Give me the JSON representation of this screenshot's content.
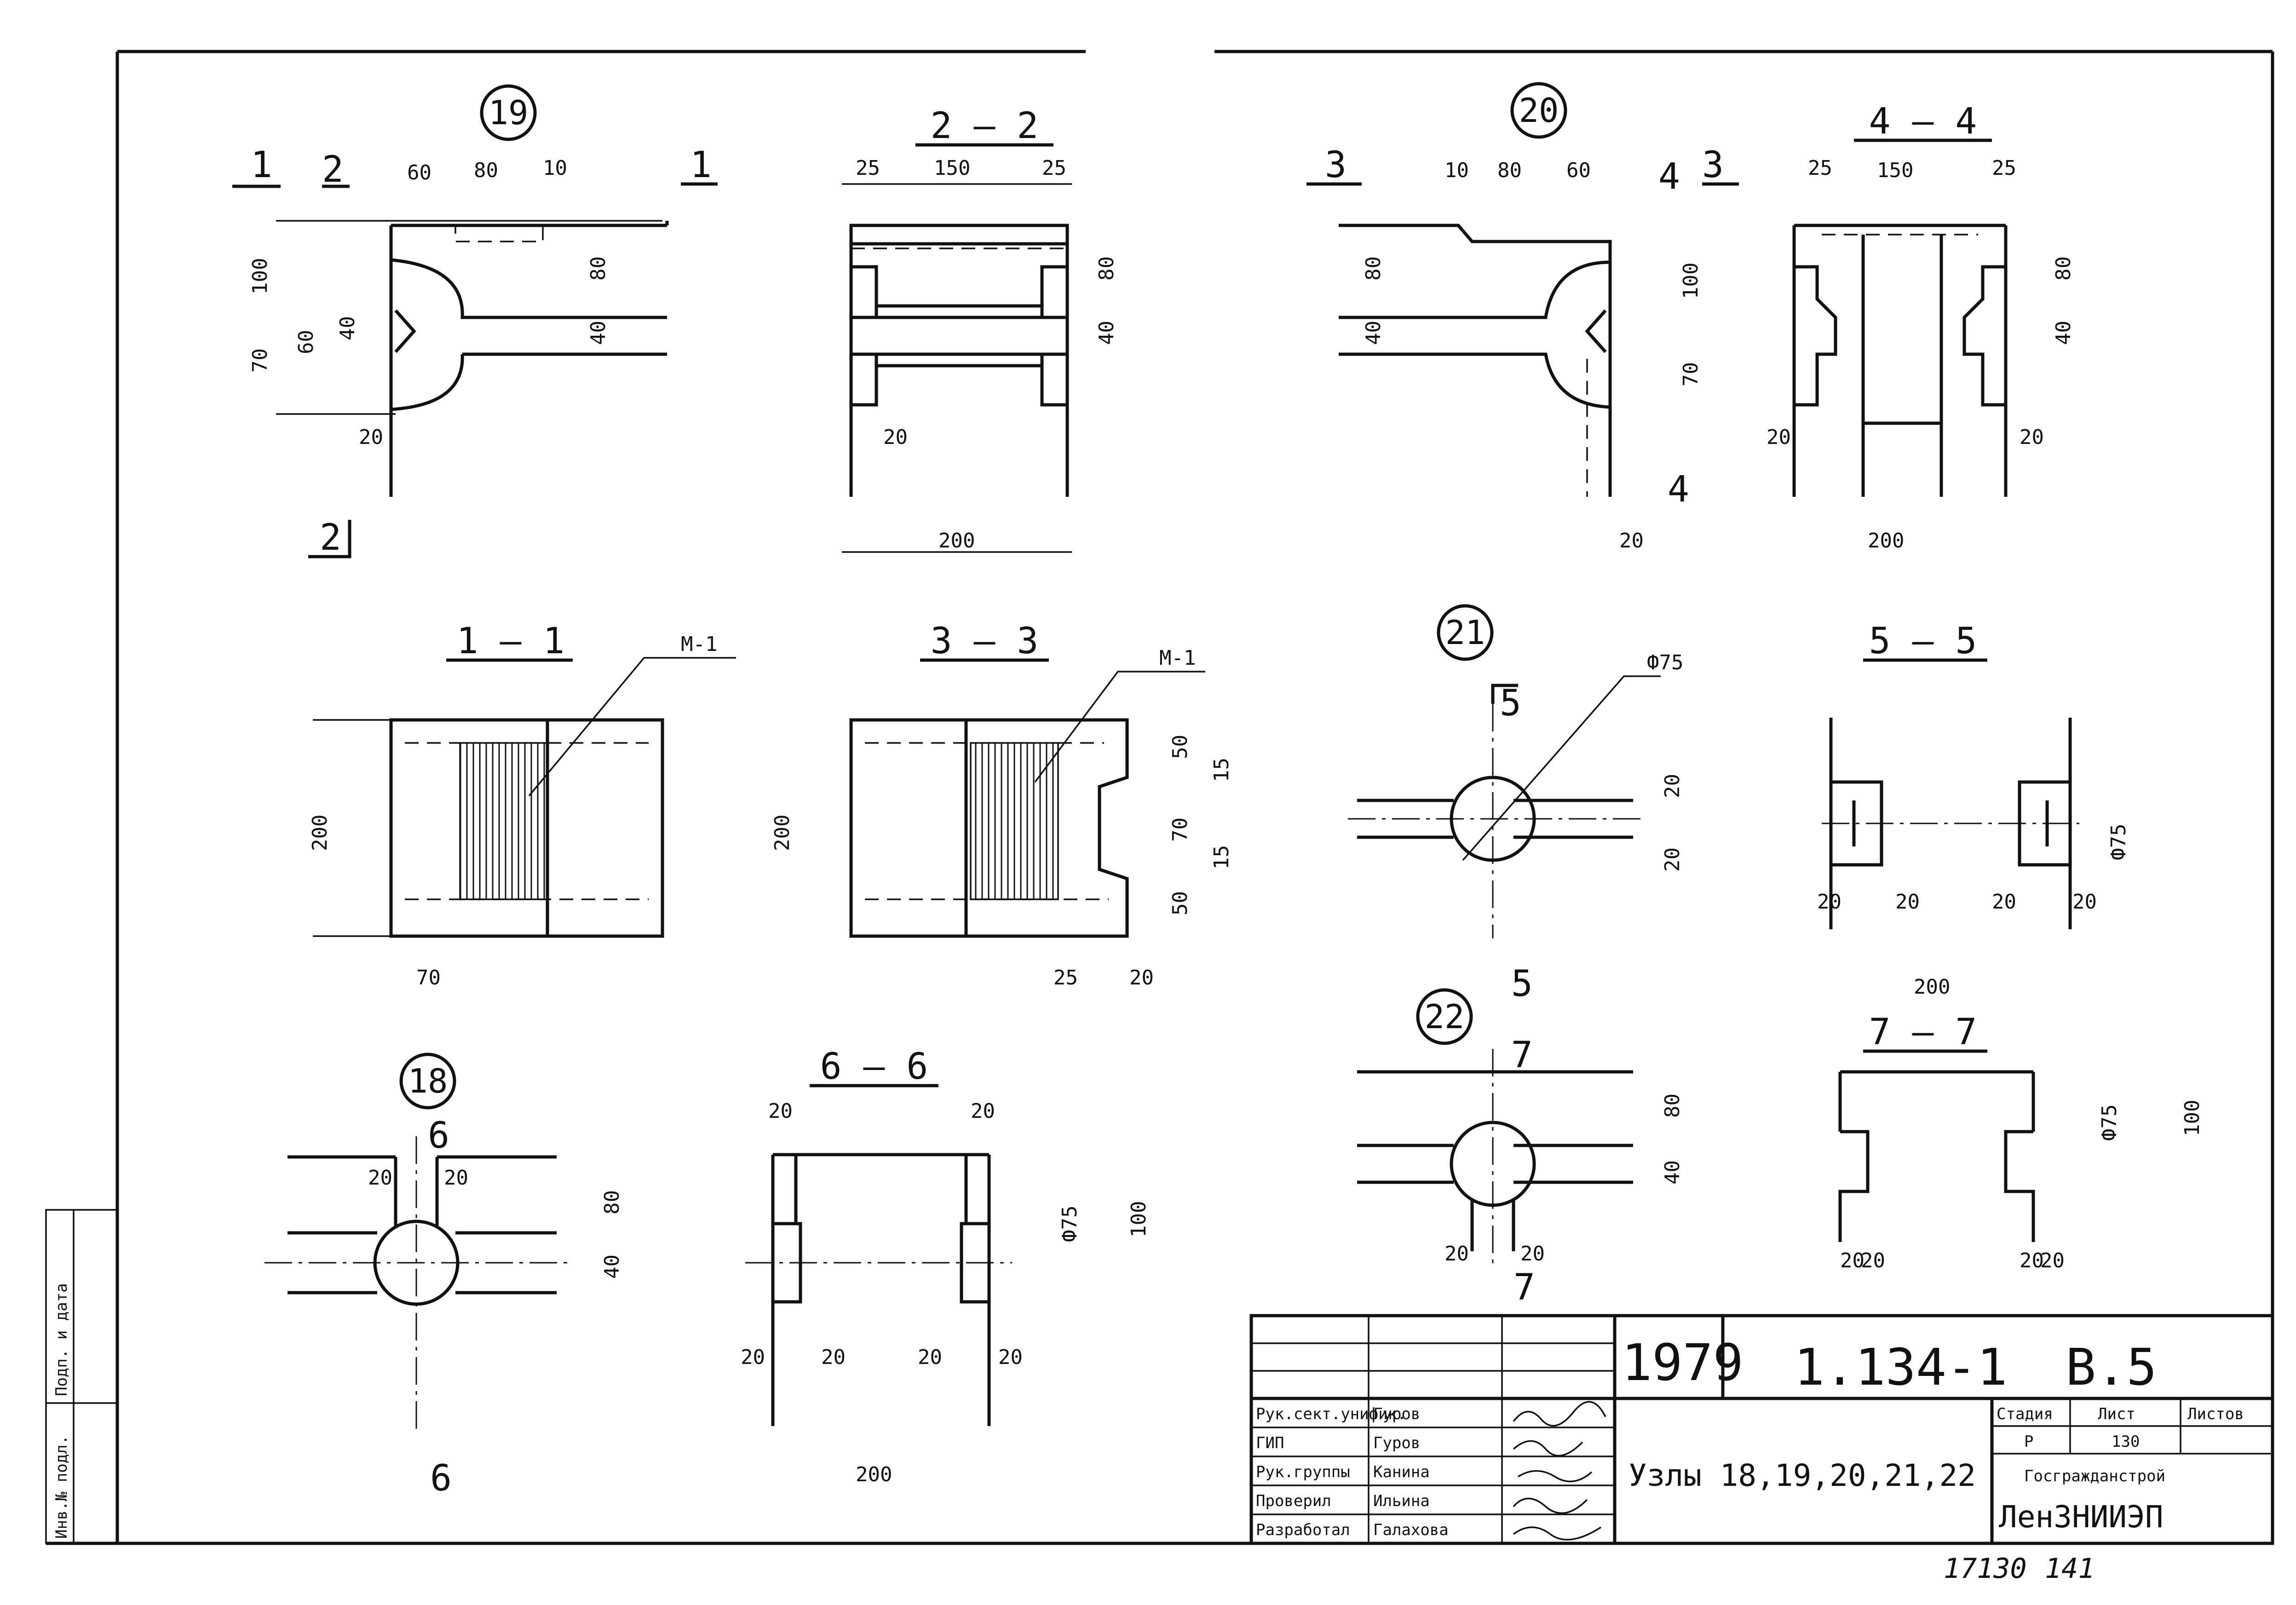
{
  "drawing": {
    "nodes": {
      "n18": "18",
      "n19": "19",
      "n20": "20",
      "n21": "21",
      "n22": "22"
    },
    "sections": {
      "s1": "1 — 1",
      "s2": "2 — 2",
      "s3": "3 — 3",
      "s4": "4 — 4",
      "s5": "5 — 5",
      "s6": "6 — 6",
      "s7": "7 — 7"
    },
    "marks": {
      "m1": "1",
      "m2": "2",
      "m3": "3",
      "m4": "4",
      "m5": "5",
      "m6": "6",
      "m7": "7"
    },
    "callouts": {
      "m1": "М-1",
      "d75": "Ф75"
    },
    "dims": {
      "d10": "10",
      "d15": "15",
      "d20": "20",
      "d25": "25",
      "d40": "40",
      "d50": "50",
      "d60": "60",
      "d70": "70",
      "d80": "80",
      "d100": "100",
      "d150": "150",
      "d200": "200"
    }
  },
  "title_block": {
    "year": "1979",
    "series": "1.134-1",
    "issue": "В.5",
    "sheet_title": "Узлы 18,19,20,21,22",
    "stage_label": "Стадия",
    "sheet_label": "Лист",
    "sheets_label": "Листов",
    "stage": "Р",
    "sheet": "130",
    "org1": "Госгражданстрой",
    "org2": "ЛенЗНИИЭП",
    "roles": [
      {
        "role": "Рук.сект.унифик.",
        "name": "Гуров"
      },
      {
        "role": "ГИП",
        "name": "Гуров"
      },
      {
        "role": "Рук.группы",
        "name": "Канина"
      },
      {
        "role": "Проверил",
        "name": "Ильина"
      },
      {
        "role": "Разработал",
        "name": "Галахова"
      }
    ]
  },
  "side_stamp": {
    "date_label": "Подп. и дата",
    "inv_label": "Инв.№ подл."
  },
  "footer": {
    "archive_no": "17130",
    "page": "141"
  }
}
